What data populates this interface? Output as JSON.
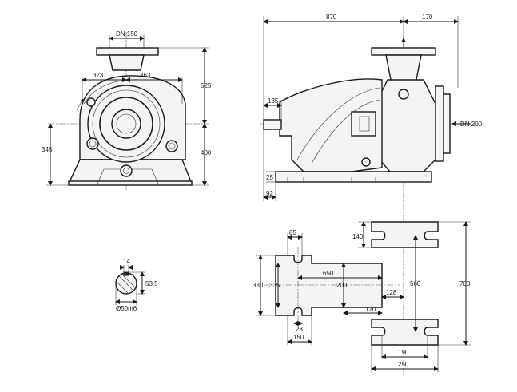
{
  "labels": {
    "dn150": "DN 150",
    "d323": "323",
    "d363": "363",
    "d525": "525",
    "d400": "400",
    "d345": "345",
    "d870": "870",
    "d170": "170",
    "d135": "135",
    "dn200": "DN 200",
    "d25": "25",
    "d92": "92",
    "d85": "85",
    "d140": "140",
    "d650": "650",
    "d380": "380",
    "d335": "335",
    "d200": "200",
    "d560": "560",
    "d700": "700",
    "d128": "128",
    "d120": "120",
    "d28": "28",
    "d150": "150",
    "d190": "190",
    "d250": "250",
    "d14": "14",
    "d535": "53.5",
    "shaft": "Ø50m6"
  },
  "colors": {
    "line": "#1a1a1a",
    "fill": "#f4f4f4",
    "background": "#ffffff"
  }
}
